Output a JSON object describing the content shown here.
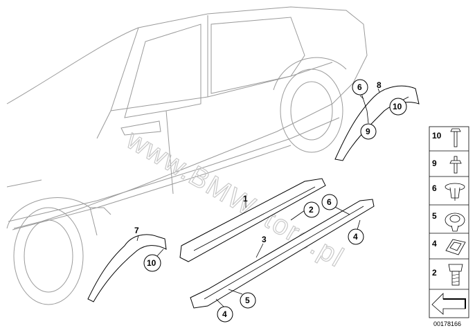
{
  "diagram": {
    "watermark": "www.BMWstore.pl",
    "doc_number": "00178166",
    "callouts": [
      {
        "id": "c-1",
        "label": "1",
        "circled": false
      },
      {
        "id": "c-2",
        "label": "2",
        "circled": true
      },
      {
        "id": "c-3",
        "label": "3",
        "circled": false
      },
      {
        "id": "c-4a",
        "label": "4",
        "circled": true
      },
      {
        "id": "c-4b",
        "label": "4",
        "circled": true
      },
      {
        "id": "c-5",
        "label": "5",
        "circled": true
      },
      {
        "id": "c-6a",
        "label": "6",
        "circled": true
      },
      {
        "id": "c-6b",
        "label": "6",
        "circled": true
      },
      {
        "id": "c-7",
        "label": "7",
        "circled": false
      },
      {
        "id": "c-8",
        "label": "8",
        "circled": false
      },
      {
        "id": "c-9",
        "label": "9",
        "circled": true
      },
      {
        "id": "c-10a",
        "label": "10",
        "circled": true
      },
      {
        "id": "c-10b",
        "label": "10",
        "circled": true
      }
    ],
    "legend": [
      {
        "label": "10",
        "icon": "rivet-icon"
      },
      {
        "label": "9",
        "icon": "rivet-icon"
      },
      {
        "label": "6",
        "icon": "clip-icon"
      },
      {
        "label": "5",
        "icon": "expanding-rivet-icon"
      },
      {
        "label": "4",
        "icon": "retainer-icon"
      },
      {
        "label": "2",
        "icon": "bolt-icon"
      },
      {
        "label": "",
        "icon": "direction-arrow-icon"
      }
    ]
  }
}
